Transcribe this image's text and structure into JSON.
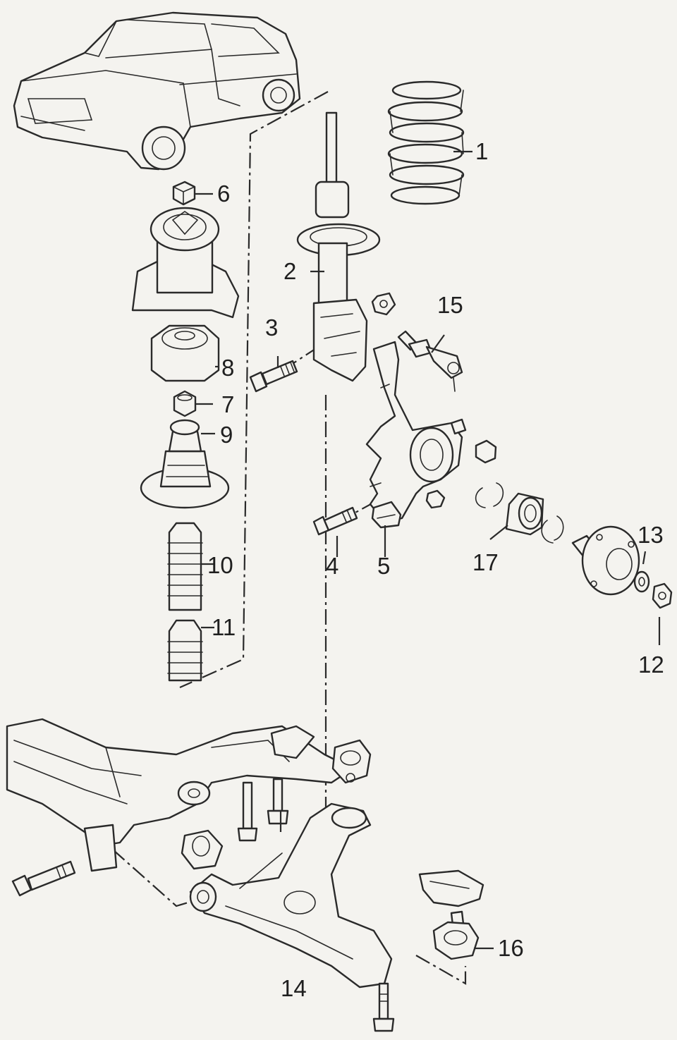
{
  "colors": {
    "paper": "#f4f3ef",
    "ink": "#2a2a2a"
  },
  "callouts": {
    "p1": "1",
    "p2": "2",
    "p3": "3",
    "p4": "4",
    "p5": "5",
    "p6": "6",
    "p7": "7",
    "p8": "8",
    "p9": "9",
    "p10": "10",
    "p11": "11",
    "p12": "12",
    "p13": "13",
    "p14": "14",
    "p15": "15",
    "p16": "16",
    "p17": "17"
  }
}
